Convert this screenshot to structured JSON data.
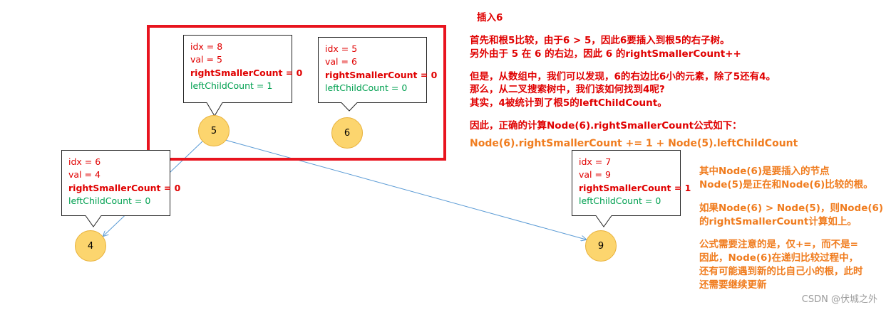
{
  "nodes": [
    {
      "id": "node-5",
      "label": "5",
      "info": {
        "idx": "idx = 8",
        "val": "val = 5",
        "rsc": "rightSmallerCount = 0",
        "lcc": "leftChildCount = 1"
      }
    },
    {
      "id": "node-6",
      "label": "6",
      "info": {
        "idx": "idx = 5",
        "val": "val = 6",
        "rsc": "rightSmallerCount = 0",
        "lcc": "leftChildCount = 0"
      }
    },
    {
      "id": "node-4",
      "label": "4",
      "info": {
        "idx": "idx = 6",
        "val": "val = 4",
        "rsc": "rightSmallerCount = 0",
        "lcc": "leftChildCount = 0"
      }
    },
    {
      "id": "node-9",
      "label": "9",
      "info": {
        "idx": "idx = 7",
        "val": "val = 9",
        "rsc": "rightSmallerCount = 1",
        "lcc": "leftChildCount = 0"
      }
    }
  ],
  "edges": [
    {
      "from": "5",
      "to": "4"
    },
    {
      "from": "5",
      "to": "9"
    }
  ],
  "notes": {
    "red": [
      "插入6",
      "",
      "首先和根5比较，由于6 > 5，因此6要插入到根5的右子树。",
      "另外由于 5 在 6 的右边，因此 6 的rightSmallerCount++",
      "",
      "但是，从数组中，我们可以发现，6的右边比6小的元素，除了5还有4。",
      "那么，从二叉搜索树中，我们该如何找到4呢?",
      "其实，4被统计到了根5的leftChildCount。",
      "",
      "因此，正确的计算Node(6).rightSmallerCount公式如下："
    ],
    "formula": "Node(6).rightSmallerCount += 1 + Node(5).leftChildCount",
    "orange": [
      "其中Node(6)是要插入的节点",
      "Node(5)是正在和Node(6)比较的根。",
      "",
      "如果Node(6) > Node(5)，则Node(6)",
      "的rightSmallerCount计算如上。",
      "",
      "公式需要注意的是，仅+=，而不是=",
      "因此，Node(6)在递归比较过程中，",
      "还有可能遇到新的比自己小的根，此时",
      "还需要继续更新"
    ]
  },
  "watermark": "CSDN @伏城之外",
  "colors": {
    "edge": "#5b9bd5",
    "node_fill": "#fcd56e",
    "highlight": "#e8141e",
    "red_text": "#e00000",
    "orange_text": "#f07c1e",
    "green_text": "#00a050"
  }
}
